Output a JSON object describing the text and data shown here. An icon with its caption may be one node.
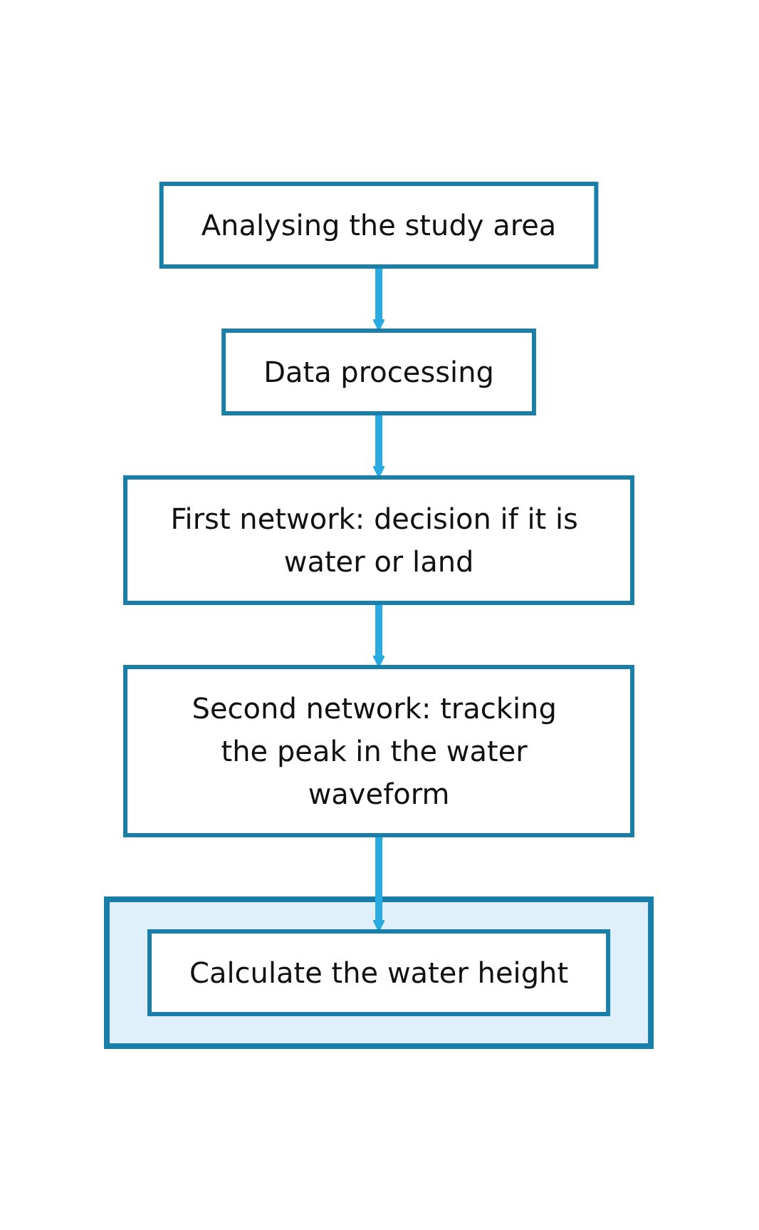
{
  "diagram": {
    "nodes": [
      {
        "text": [
          "Analysing the study area"
        ]
      },
      {
        "text": [
          "Data processing"
        ]
      },
      {
        "text": [
          "First network: decision if it is water or land"
        ]
      },
      {
        "text": [
          "Second network: tracking the peak in the water waveform"
        ]
      },
      {
        "text": [],
        "shape": "box"
      },
      {
        "text": [
          "Calculate the water height"
        ],
        "in": 4
      }
    ],
    "edges": [
      {
        "from": 0,
        "to": 1,
        "arrow": "to"
      },
      {
        "from": 1,
        "to": 2,
        "arrow": "to"
      },
      {
        "from": 2,
        "to": 3,
        "arrow": "to"
      },
      {
        "from": 3,
        "to": 5,
        "arrow": "to"
      }
    ]
  }
}
